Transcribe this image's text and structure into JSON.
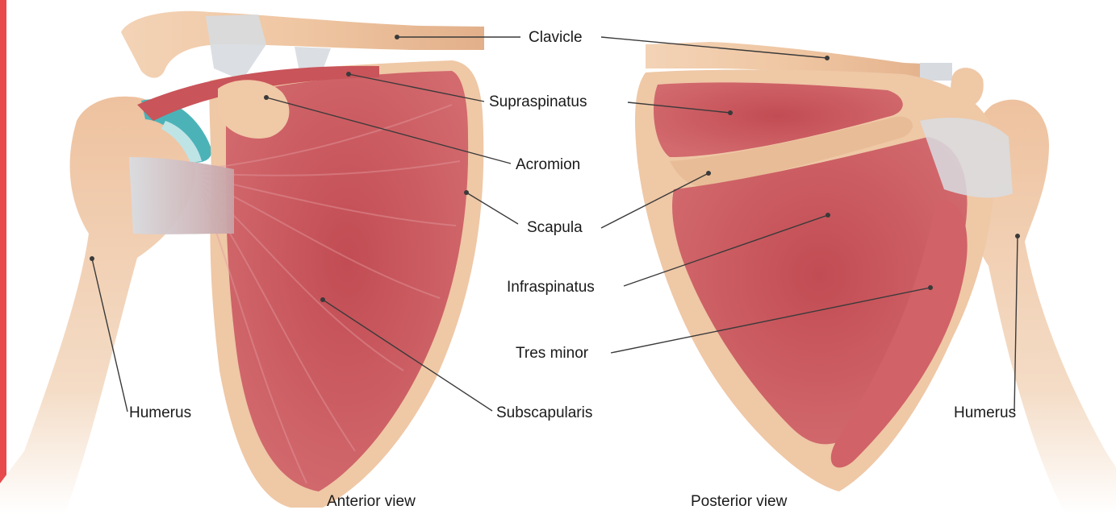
{
  "labels": {
    "clavicle": "Clavicle",
    "supraspinatus": "Supraspinatus",
    "acromion": "Acromion",
    "scapula": "Scapula",
    "infraspinatus": "Infraspinatus",
    "tres_minor": "Tres minor",
    "subscapularis": "Subscapularis",
    "humerus_left": "Humerus",
    "humerus_right": "Humerus"
  },
  "views": {
    "anterior": "Anterior view",
    "posterior": "Posterior view"
  },
  "colors": {
    "accent_bar": "#e8494a",
    "muscle": "#c9545a",
    "muscle_dark": "#b0434a",
    "bone": "#f0c9a6",
    "bone_dark": "#dca57f",
    "tendon": "#cfd3d8",
    "cartilage": "#4bb3b8",
    "line": "#3a3a3a"
  }
}
